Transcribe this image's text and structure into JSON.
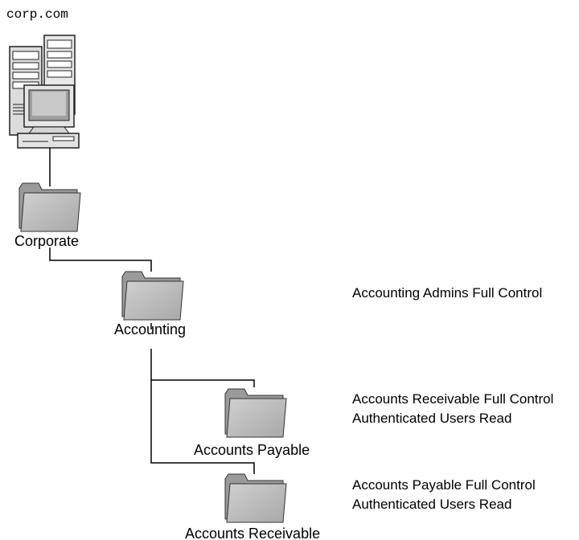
{
  "domain": {
    "name": "corp.com",
    "icon": "server-computer-icon"
  },
  "folders": [
    {
      "id": "corporate",
      "label": "Corporate",
      "icon": "folder-icon"
    },
    {
      "id": "accounting",
      "label": "Accounting",
      "icon": "folder-icon"
    },
    {
      "id": "accounts-payable",
      "label": "Accounts Payable",
      "icon": "folder-icon"
    },
    {
      "id": "accounts-receivable",
      "label": "Accounts Receivable",
      "icon": "folder-icon"
    }
  ],
  "permissions": {
    "accounting": [
      "Accounting Admins Full Control"
    ],
    "accounts_payable": [
      "Accounts Receivable Full Control",
      "Authenticated Users Read"
    ],
    "accounts_receivable": [
      "Accounts Payable Full Control",
      "Authenticated Users Read"
    ]
  },
  "colors": {
    "folder_fill": "#b3b3b3",
    "folder_dark": "#9a9a9a",
    "line": "#000000"
  }
}
